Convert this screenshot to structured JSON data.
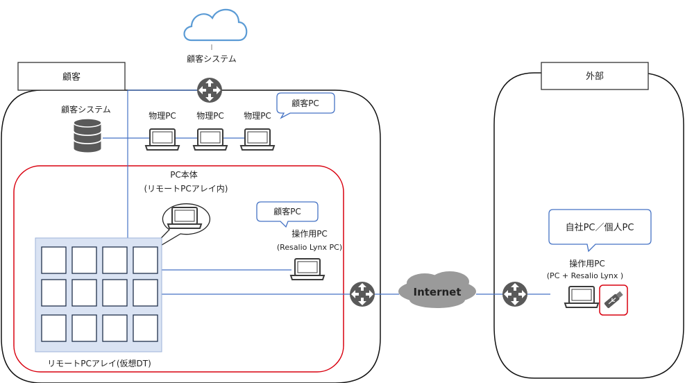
{
  "cloud": {
    "label": "顧客システム"
  },
  "customer": {
    "tab_label": "顧客",
    "system_label": "顧客システム",
    "physical_pcs": [
      "物理PC",
      "物理PC",
      "物理PC"
    ],
    "callout_top": "顧客PC",
    "pc_body_label_1": "PC本体",
    "pc_body_label_2": "(リモートPCアレイ内)",
    "callout_inner": "顧客PC",
    "operation_pc_label": "操作用PC",
    "operation_pc_sub": "(Resalio Lynx PC)",
    "array_label": "リモートPCアレイ(仮想DT)"
  },
  "internet": {
    "label": "Internet"
  },
  "external": {
    "tab_label": "外部",
    "callout": "自社PC／個人PC",
    "operation_pc_label": "操作用PC",
    "operation_pc_sub": "(PC + Resalio Lynx )"
  },
  "colors": {
    "line": "#4472c4",
    "red": "#d9000f",
    "array_fill": "#dae3f3",
    "cloud": "#5b9bd5",
    "router": "#595959"
  }
}
